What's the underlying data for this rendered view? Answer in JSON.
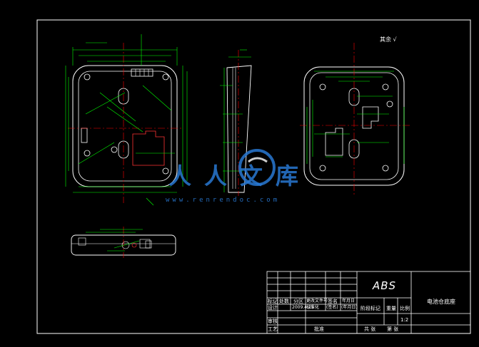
{
  "colors": {
    "background": "#000000",
    "frame": "#ffffff",
    "outline": "#ffffff",
    "dimension": "#00ff00",
    "centerline": "#ff0000",
    "hidden": "#ff3333",
    "watermark": "#2a78d2"
  },
  "roughness_note": "其余 √",
  "title_block": {
    "material": "ABS",
    "part_name": "电池仓底座",
    "scale": "1:2",
    "labels": {
      "mark": "标记",
      "count": "处数",
      "zone": "分区",
      "change_doc": "更改文件号",
      "sign": "签名",
      "date": "年月日",
      "design": "设计",
      "date_value": "2009.4.25",
      "standardize": "标准化",
      "sign2": "(签名)",
      "date2": "(年月日)",
      "stage_mark": "阶段标记",
      "weight": "重量",
      "scale_label": "比例",
      "review": "审核",
      "process": "工艺",
      "approve": "批准",
      "total_sheets": "共 张",
      "sheet_no": "第 张"
    }
  },
  "watermark": {
    "logo_text": "人人文库",
    "url": "www.renrendoc.com"
  }
}
